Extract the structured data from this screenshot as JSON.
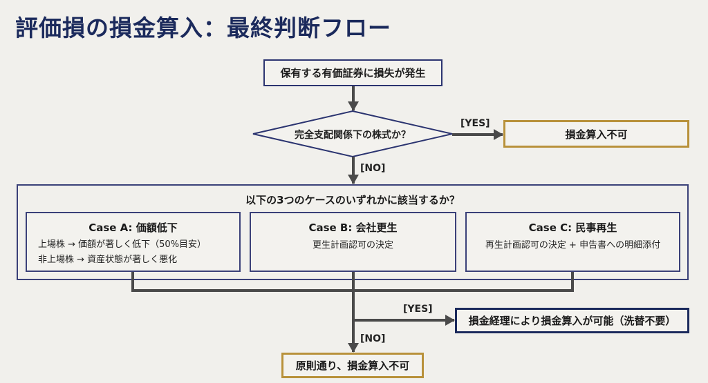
{
  "title": "評価損の損金算入：最終判断フロー",
  "nodes": {
    "start": "保有する有価証券に損失が発生",
    "decision1": "完全支配関係下の株式か？",
    "result_yes1": "損金算入不可",
    "group_question": "以下の3つのケースのいずれかに該当するか？",
    "cases": [
      {
        "title": "Case A: 価額低下",
        "lines": [
          "上場株 → 価額が著しく低下（50%目安）",
          "非上場株 → 資産状態が著しく悪化"
        ]
      },
      {
        "title": "Case B: 会社更生",
        "lines": [
          "更生計画認可の決定"
        ]
      },
      {
        "title": "Case C: 民事再生",
        "lines": [
          "再生計画認可の決定 + 申告書への明細添付"
        ]
      }
    ],
    "result_yes2": "損金経理により損金算入が可能（洗替不要）",
    "result_no2": "原則通り、損金算入不可"
  },
  "edges": {
    "yes1": "[YES]",
    "no1": "[NO]",
    "yes2": "[YES]",
    "no2": "[NO]"
  },
  "colors": {
    "title": "#1b2a5c",
    "navy_border": "#2b3470",
    "gold_border": "#b8913a",
    "connector": "#4a4a4a",
    "background": "#f1f0ec"
  }
}
